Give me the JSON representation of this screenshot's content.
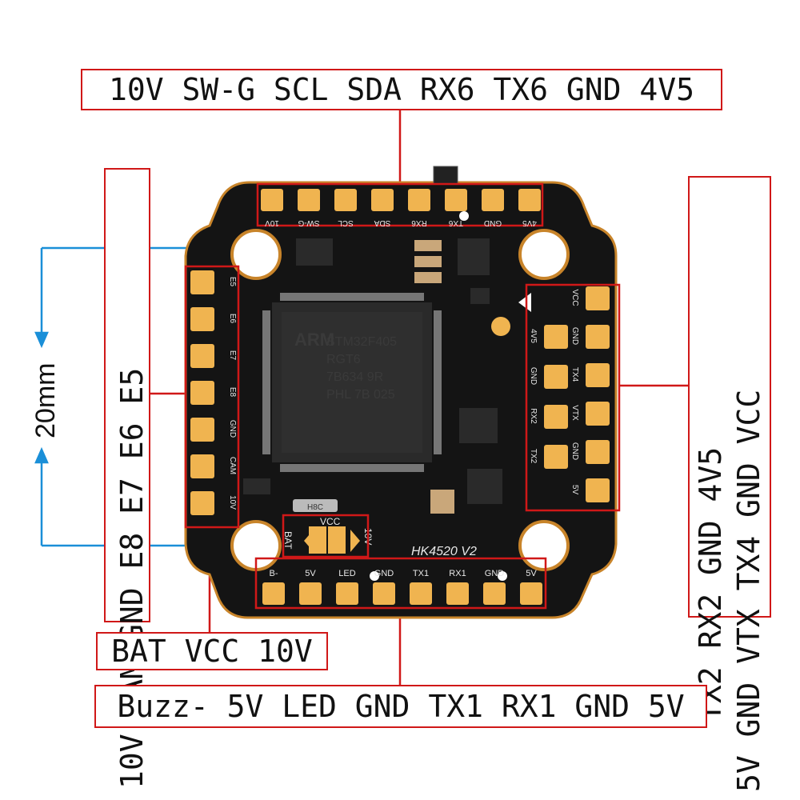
{
  "callouts": {
    "top": "10V SW-G SCL SDA RX6 TX6 GND 4V5",
    "left": "10V CAM GND E8 E7 E6 E5",
    "right_col1": "TX2 RX2 GND 4V5",
    "right_col2": "5V GND VTX TX4 GND VCC",
    "bat": "BAT VCC 10V",
    "bottom": "Buzz- 5V LED GND TX1 RX1 GND 5V"
  },
  "dimension": {
    "label": "20mm"
  },
  "board": {
    "model": "HK4520 V2",
    "top_pad_labels": [
      "10V",
      "SW-G",
      "SCL",
      "SDA",
      "RX6",
      "TX6",
      "GND",
      "4V5"
    ],
    "left_pad_labels": [
      "E5",
      "E6",
      "E7",
      "E8",
      "GND",
      "CAM",
      "10V"
    ],
    "right_inner_labels": [
      "4V5",
      "GND",
      "RX2",
      "TX2"
    ],
    "right_outer_labels": [
      "VCC",
      "GND",
      "TX4",
      "VTX",
      "GND",
      "5V"
    ],
    "bottom_pad_labels": [
      "B-",
      "5V",
      "LED",
      "GND",
      "TX1",
      "RX1",
      "GND",
      "5V"
    ],
    "bat_labels": [
      "BAT",
      "VCC",
      "10V"
    ],
    "mcu_lines": [
      "ARM",
      "STM32F405",
      "RGT6",
      "7B634 9R",
      "PHL 7B 025"
    ],
    "crystal_label": "H8C"
  },
  "colors": {
    "callout_border": "#d01818",
    "dimension_line": "#1a8fd8",
    "pad": "#f0b450",
    "board": "#141414",
    "board_edge": "#c8842a"
  }
}
